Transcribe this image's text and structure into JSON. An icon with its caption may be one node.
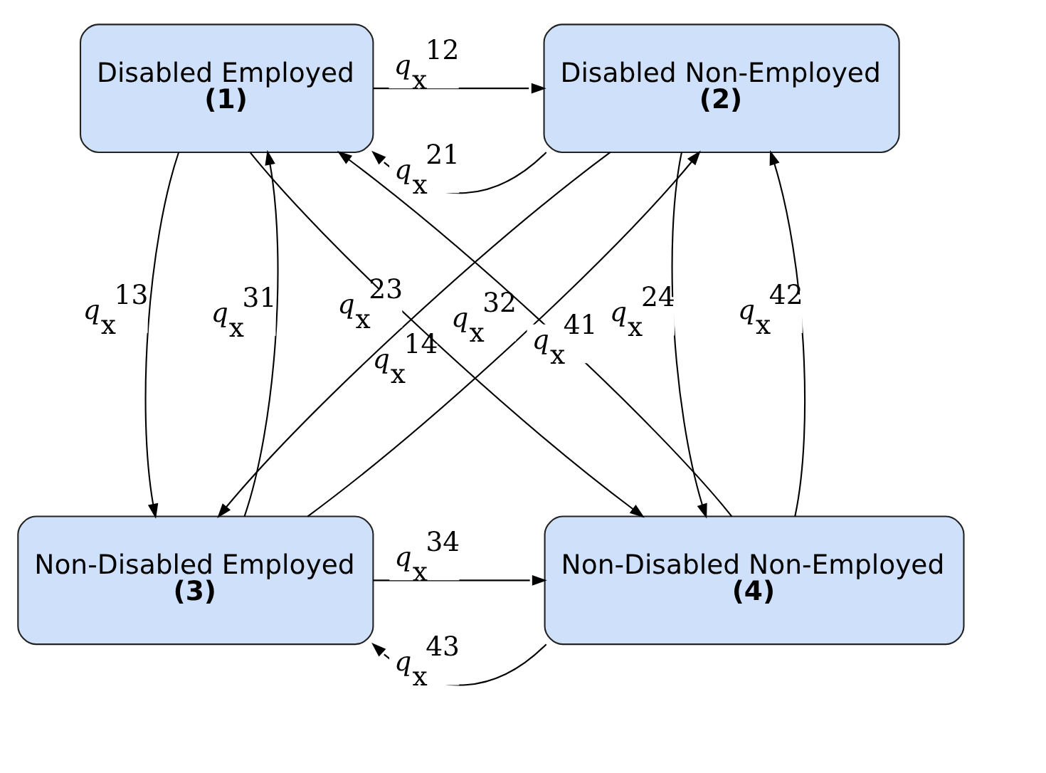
{
  "diagram": {
    "nodes": [
      {
        "text": [
          "Disabled Employed",
          "(1)"
        ]
      },
      {
        "text": [
          "Disabled Non-Employed",
          "(2)"
        ]
      },
      {
        "text": [
          "Non-Disabled Employed",
          "(3)"
        ]
      },
      {
        "text": [
          "Non-Disabled Non-Employed",
          "(4)"
        ]
      }
    ],
    "edges": [
      {
        "from": 0,
        "to": 1,
        "arrow": "to",
        "label": "*q*$_{x}$$^{12}$"
      },
      {
        "from": 1,
        "to": 0,
        "arrow": "to",
        "label": "*q*$_{x}$$^{21}$"
      },
      {
        "from": 0,
        "to": 2,
        "arrow": "to",
        "label": "*q*$_{x}$$^{13}$"
      },
      {
        "from": 2,
        "to": 0,
        "arrow": "to",
        "label": "*q*$_{x}$$^{31}$"
      },
      {
        "from": 1,
        "to": 3,
        "arrow": "to",
        "label": "*q*$_{x}$$^{24}$"
      },
      {
        "from": 3,
        "to": 1,
        "arrow": "to",
        "label": "*q*$_{x}$$^{42}$"
      },
      {
        "from": 2,
        "to": 3,
        "arrow": "to",
        "label": "*q*$_{x}$$^{34}$"
      },
      {
        "from": 3,
        "to": 2,
        "arrow": "to",
        "label": "*q*$_{x}$$^{43}$"
      },
      {
        "from": 0,
        "to": 3,
        "arrow": "to",
        "label": "*q*$_{x}$$^{14}$"
      },
      {
        "from": 3,
        "to": 0,
        "arrow": "to",
        "label": "*q*$_{x}$$^{41}$"
      },
      {
        "from": 2,
        "to": 1,
        "arrow": "to",
        "label": "*q*$_{x}$$^{32}$"
      },
      {
        "from": 1,
        "to": 2,
        "arrow": "to",
        "label": "*q*$_{x}$$^{23}$"
      }
    ]
  }
}
